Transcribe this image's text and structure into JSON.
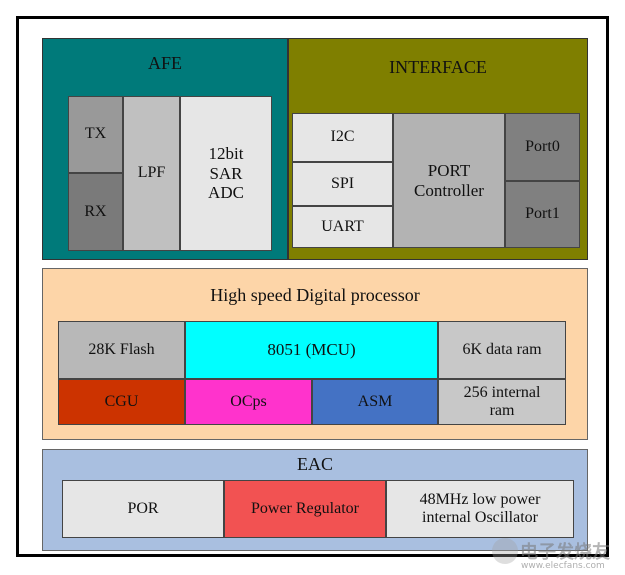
{
  "afe": {
    "title": "AFE",
    "tx": "TX",
    "rx": "RX",
    "lpf": "LPF",
    "adc": "12bit\nSAR\nADC",
    "color": "#007a7a"
  },
  "interface": {
    "title": "INTERFACE",
    "i2c": "I2C",
    "spi": "SPI",
    "uart": "UART",
    "port_controller": "PORT\nController",
    "port0": "Port0",
    "port1": "Port1",
    "color": "#7f7f00"
  },
  "digital": {
    "title": "High speed Digital processor",
    "flash": "28K Flash",
    "mcu": "8051 (MCU)",
    "data_ram": "6K data ram",
    "cgu": "CGU",
    "ocps": "OCps",
    "asm": "ASM",
    "internal_ram": "256 internal\nram",
    "color": "#fdd5a8"
  },
  "eac": {
    "title": "EAC",
    "por": "POR",
    "power_regulator": "Power Regulator",
    "oscillator": "48MHz low power\ninternal Oscillator",
    "color": "#a9bfe0"
  },
  "watermark": {
    "text": "电子发烧友",
    "url": "www.elecfans.com"
  }
}
